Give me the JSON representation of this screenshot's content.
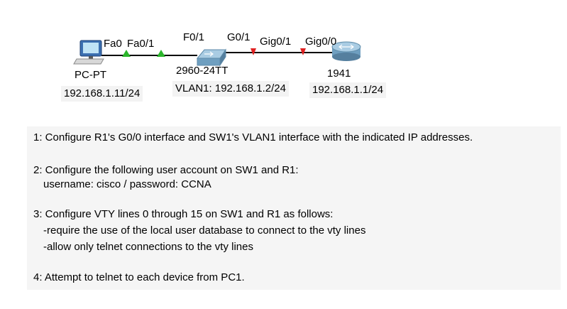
{
  "topology": {
    "devices": {
      "pc": {
        "name": "PC-PT",
        "ip": "192.168.1.11/24",
        "icon": "pc-icon"
      },
      "switch": {
        "name": "2960-24TT",
        "ip": "VLAN1: 192.168.1.2/24",
        "icon": "switch-icon"
      },
      "router": {
        "name": "1941",
        "ip": "192.168.1.1/24",
        "icon": "router-icon"
      }
    },
    "ports": {
      "pc_port": "Fa0",
      "sw_fa_port": "Fa0/1",
      "sw_f_port": "F0/1",
      "sw_g_port": "G0/1",
      "sw_gig_port": "Gig0/1",
      "router_port": "Gig0/0"
    },
    "link_colors": {
      "up": "#2bb52b",
      "down": "#e02020",
      "cable": "#000000"
    }
  },
  "tasks": {
    "task1": "1: Configure R1's G0/0 interface and SW1's VLAN1 interface with the indicated IP addresses.",
    "task2_title": "2: Configure the following user account on SW1 and R1:",
    "task2_detail": "username: cisco  /  password: CCNA",
    "task3_title": "3: Configure VTY lines 0 through 15 on SW1 and R1 as follows:",
    "task3_line1": "-require the use of the local user database to connect to the vty lines",
    "task3_line2": "-allow only telnet connections to the vty lines",
    "task4": "4: Attempt to telnet to each device from PC1."
  }
}
